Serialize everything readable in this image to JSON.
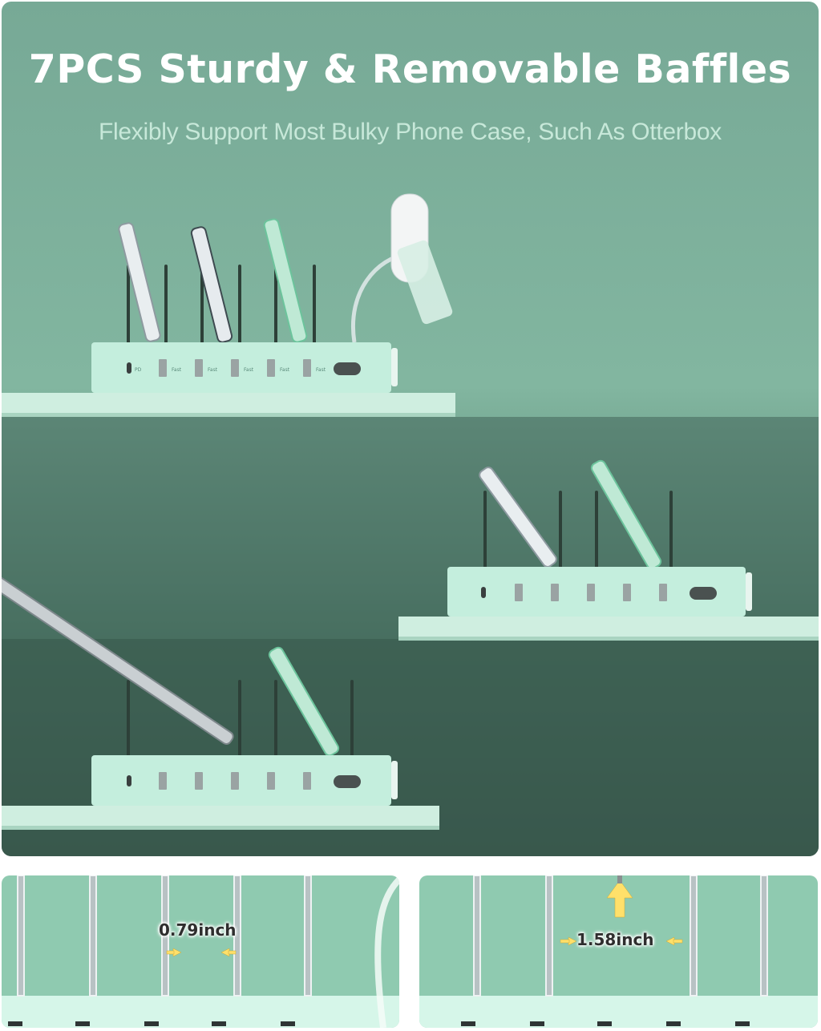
{
  "headline": {
    "title": "7PCS Sturdy & Removable Baffles",
    "subtitle": "Flexibly Support Most Bulky Phone Case, Such As Otterbox"
  },
  "station": {
    "port_labels": [
      "PD",
      "Fast",
      "Fast",
      "Fast",
      "Fast",
      "Fast"
    ],
    "color": "#c4eedd"
  },
  "details": {
    "narrow_gap": "0.79inch",
    "wide_gap": "1.58inch"
  },
  "colors": {
    "background_top": "#77a996",
    "background_bottom": "#3c5b4e",
    "shelf": "#cfeee0",
    "detail_bg": "#8fcab0",
    "arrow": "#ffe06a"
  }
}
